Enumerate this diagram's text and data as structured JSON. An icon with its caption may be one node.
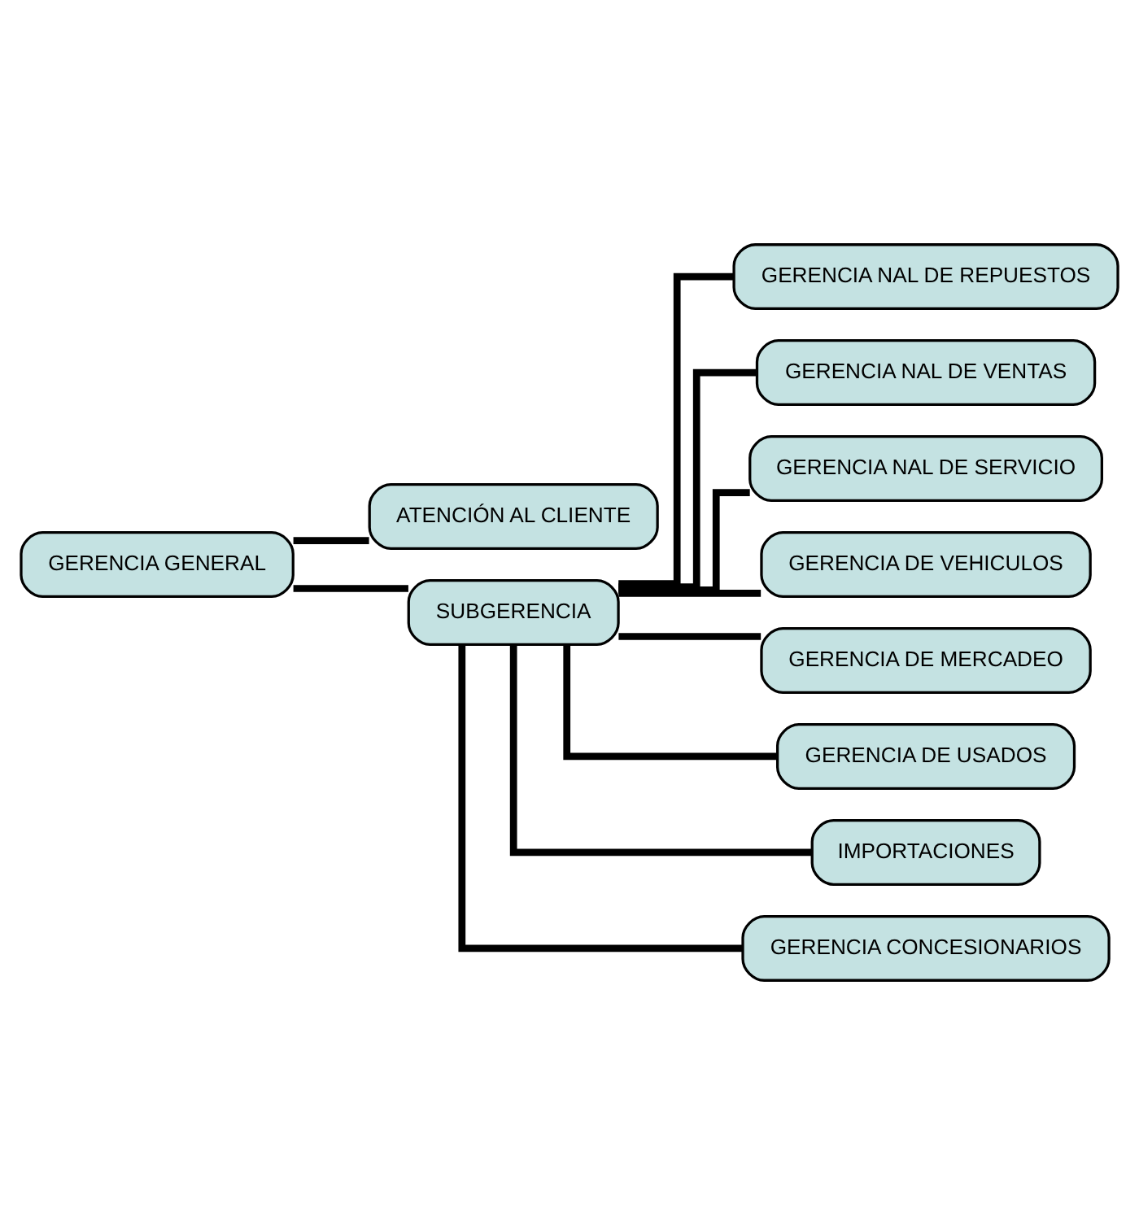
{
  "diagram": {
    "nodes": [
      {
        "text": [
          "GERENCIA GENERAL"
        ]
      },
      {
        "text": [
          "ATENCIÓN AL CLIENTE"
        ]
      },
      {
        "text": [
          "SUBGERENCIA"
        ]
      },
      {
        "text": [
          "GERENCIA NAL DE REPUESTOS"
        ]
      },
      {
        "text": [
          "GERENCIA NAL DE VENTAS"
        ]
      },
      {
        "text": [
          "GERENCIA NAL DE SERVICIO"
        ]
      },
      {
        "text": [
          "GERENCIA DE VEHICULOS"
        ]
      },
      {
        "text": [
          "GERENCIA DE MERCADEO"
        ]
      },
      {
        "text": [
          "GERENCIA DE USADOS"
        ]
      },
      {
        "text": [
          "IMPORTACIONES"
        ]
      },
      {
        "text": [
          "GERENCIA CONCESIONARIOS"
        ]
      }
    ],
    "edges": [
      {
        "from": 0,
        "to": 1,
        "arrow": "none"
      },
      {
        "from": 0,
        "to": 2,
        "arrow": "none"
      },
      {
        "from": 2,
        "to": 3,
        "arrow": "none"
      },
      {
        "from": 2,
        "to": 9,
        "arrow": "none"
      },
      {
        "from": 2,
        "to": 4,
        "arrow": "none"
      },
      {
        "from": 2,
        "to": 5,
        "arrow": "none"
      },
      {
        "from": 2,
        "to": 10,
        "arrow": "none"
      },
      {
        "from": 2,
        "to": 6,
        "arrow": "none"
      },
      {
        "from": 2,
        "to": 7,
        "arrow": "none"
      },
      {
        "from": 2,
        "to": 8,
        "arrow": "none"
      }
    ]
  }
}
